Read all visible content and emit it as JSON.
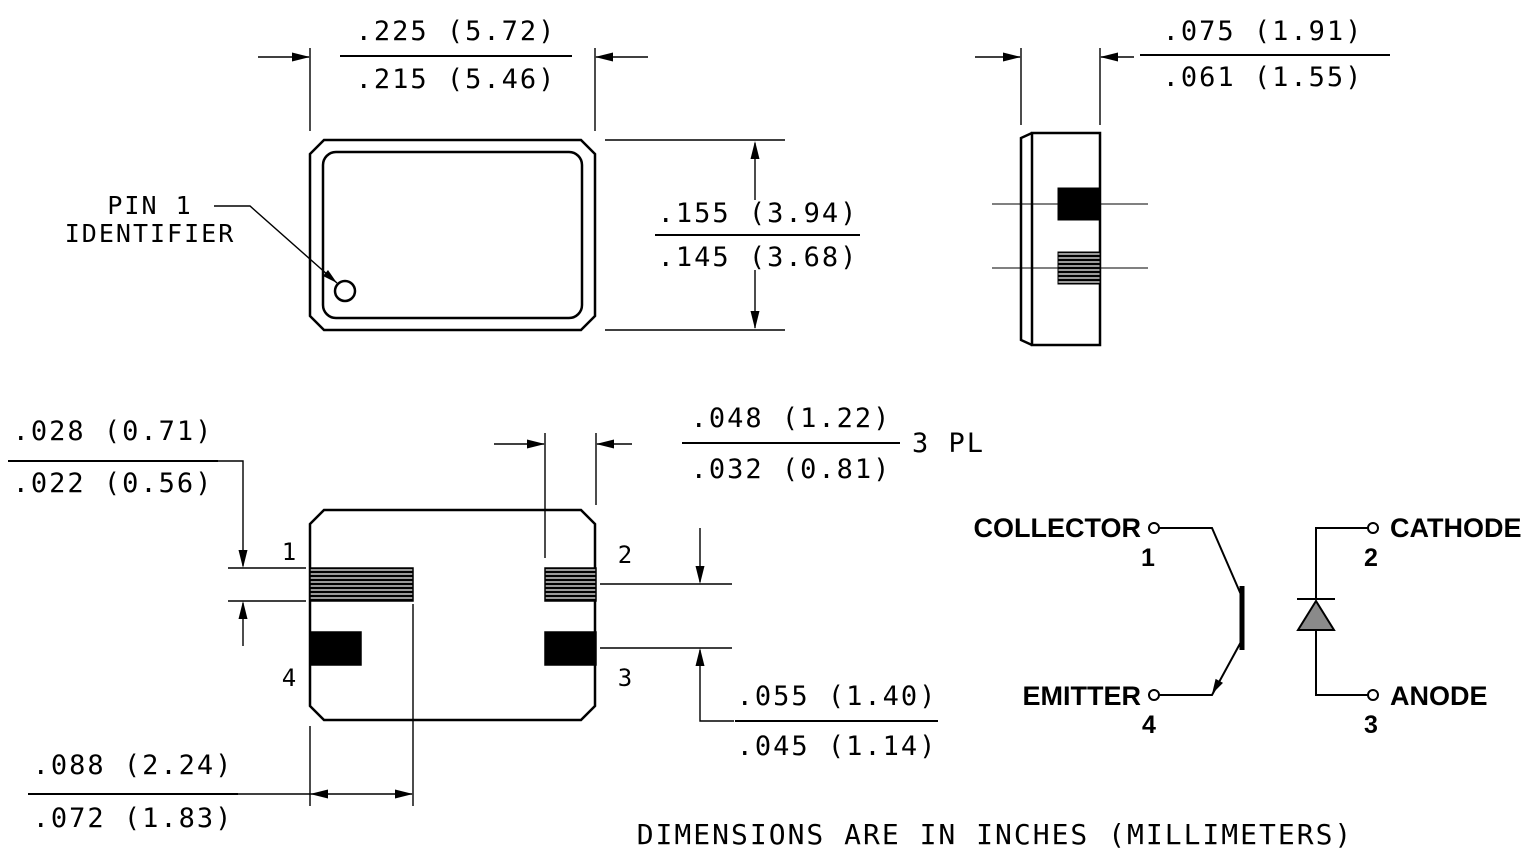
{
  "drawing": {
    "note": "DIMENSIONS ARE IN INCHES (MILLIMETERS)"
  },
  "top_view": {
    "pin1_callout": {
      "line1": "PIN 1",
      "line2": "IDENTIFIER"
    },
    "body_width": {
      "upper": ".225 (5.72)",
      "lower": ".215 (5.46)"
    },
    "body_height": {
      "upper": ".155 (3.94)",
      "lower": ".145 (3.68)"
    }
  },
  "side_view": {
    "body_thickness": {
      "upper": ".075 (1.91)",
      "lower": ".061 (1.55)"
    }
  },
  "bottom_view": {
    "pad_height": {
      "upper": ".028 (0.71)",
      "lower": ".022 (0.56)"
    },
    "pad_width": {
      "upper": ".048 (1.22)",
      "lower": ".032 (0.81)",
      "qualifier": "3 PL"
    },
    "pad_row_pitch": {
      "upper": ".055 (1.40)",
      "lower": ".045 (1.14)"
    },
    "pad1_width": {
      "upper": ".088 (2.24)",
      "lower": ".072 (1.83)"
    },
    "pin_numbers": {
      "p1": "1",
      "p2": "2",
      "p3": "3",
      "p4": "4"
    }
  },
  "schematic": {
    "collector_label": "COLLECTOR",
    "collector_pin": "1",
    "cathode_label": "CATHODE",
    "cathode_pin": "2",
    "emitter_label": "EMITTER",
    "emitter_pin": "4",
    "anode_label": "ANODE",
    "anode_pin": "3"
  }
}
